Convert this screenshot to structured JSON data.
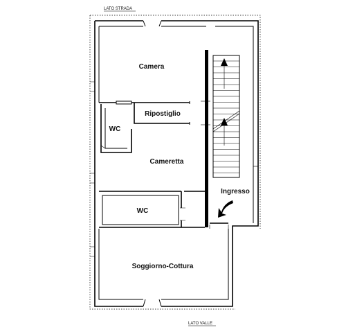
{
  "labels": {
    "street_side": "LATO STRADA",
    "valley_side": "LATO VALLE"
  },
  "rooms": {
    "camera": "Camera",
    "ripostiglio": "Ripostiglio",
    "wc_upper": "WC",
    "cameretta": "Cameretta",
    "wc_lower": "WC",
    "ingresso": "Ingresso",
    "soggiorno": "Soggiorno-Cottura"
  }
}
